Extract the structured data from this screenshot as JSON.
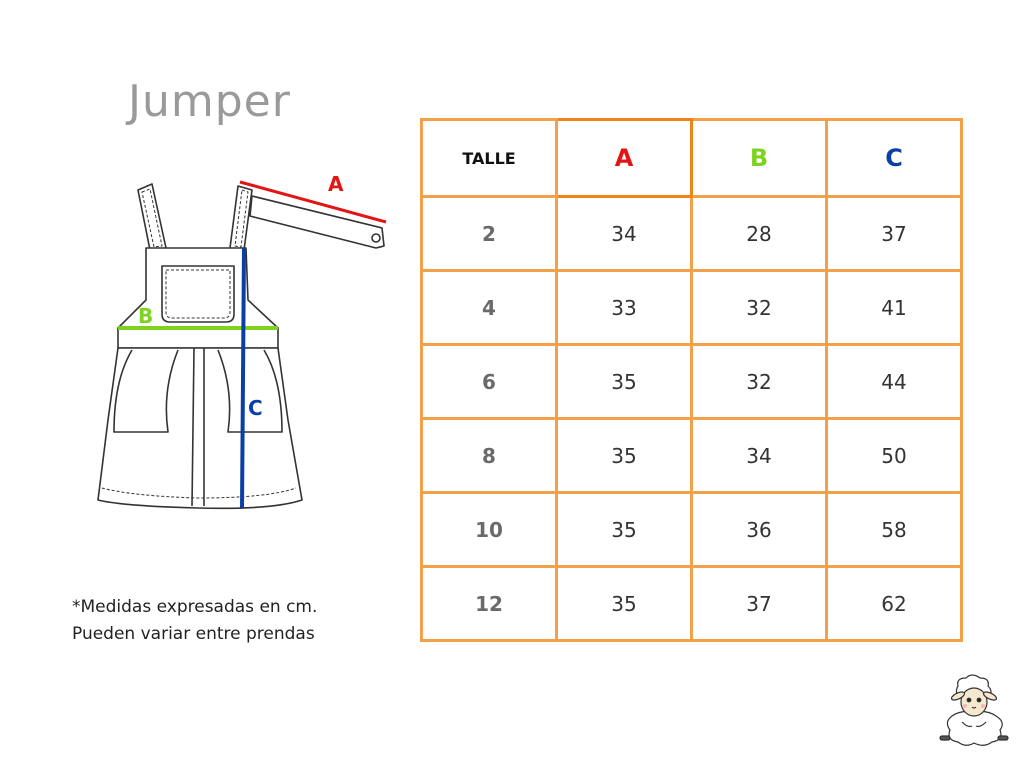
{
  "title": "Jumper",
  "garment": {
    "labels": {
      "a": "A",
      "b": "B",
      "c": "C"
    },
    "colors": {
      "a": "#e41414",
      "b": "#7ed321",
      "c": "#0a3fa8"
    }
  },
  "note": {
    "line1": "*Medidas expresadas en cm.",
    "line2": "Pueden variar entre prendas"
  },
  "table": {
    "headers": {
      "talle": "TALLE",
      "a": "A",
      "b": "B",
      "c": "C"
    },
    "rows": [
      {
        "talle": "2",
        "a": "34",
        "b": "28",
        "c": "37"
      },
      {
        "talle": "4",
        "a": "33",
        "b": "32",
        "c": "41"
      },
      {
        "talle": "6",
        "a": "35",
        "b": "32",
        "c": "44"
      },
      {
        "talle": "8",
        "a": "35",
        "b": "34",
        "c": "50"
      },
      {
        "talle": "10",
        "a": "35",
        "b": "36",
        "c": "58"
      },
      {
        "talle": "12",
        "a": "35",
        "b": "37",
        "c": "62"
      }
    ],
    "border_color": "#f3a04a"
  },
  "mascot": {
    "icon": "sheep-icon"
  }
}
